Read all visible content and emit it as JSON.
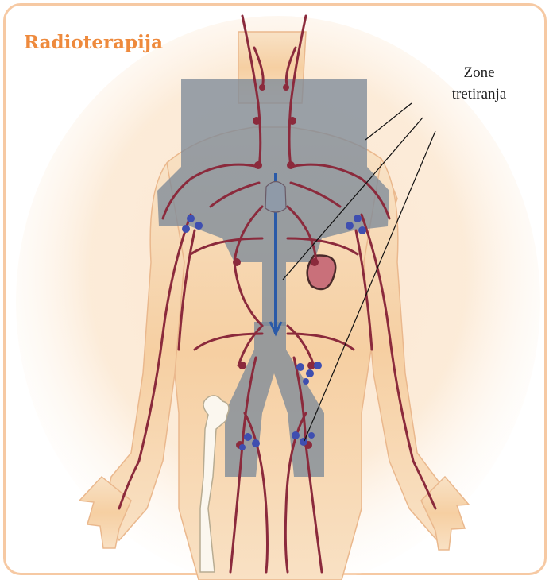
{
  "title": "Radioterapija",
  "callout": {
    "line1": "Zone",
    "line2": "tretiranja"
  },
  "colors": {
    "frame": "#f6c9a3",
    "title": "#ee8a3d",
    "skin": "#f7d4ab",
    "treatment_zone": "#7d8a98",
    "vessel": "#8b2a3c",
    "lymph_node": "#3f4fb0",
    "spinal_line": "#2a5aa8"
  },
  "icons": [
    "human-figure",
    "lymph-vessel-network",
    "femur-bone",
    "spleen"
  ]
}
